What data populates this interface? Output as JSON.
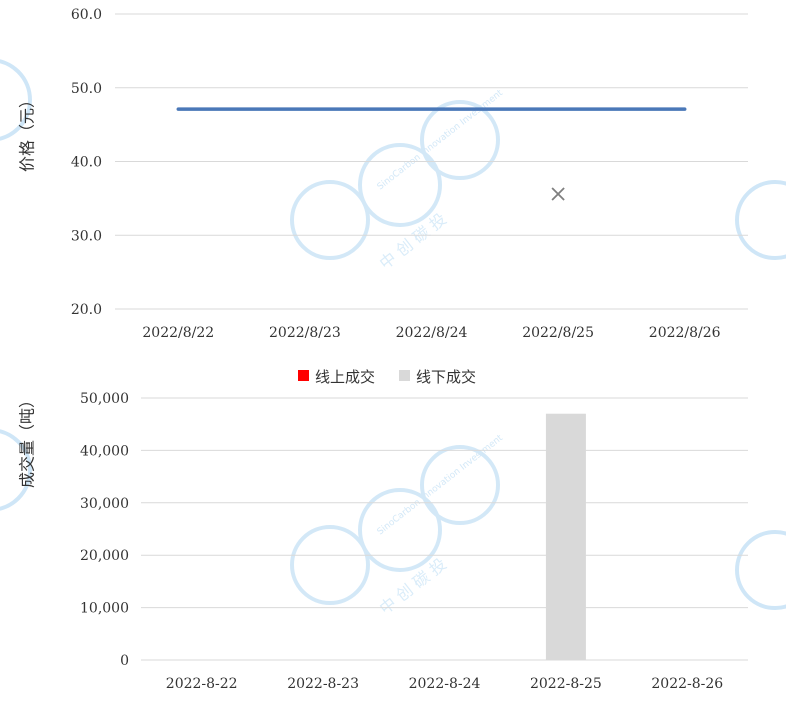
{
  "colors": {
    "price_line": "#4a78b8",
    "online_bar": "#ff0000",
    "offline_bar": "#d9d9d9",
    "marker": "#7f7f7f",
    "grid": "#d9d9d9",
    "watermark": "#cfe6f7"
  },
  "watermark": {
    "brand_en": "SinoCarbon Innovation Investment",
    "brand_cn": "中 创 碳 投"
  },
  "chart_data": [
    {
      "type": "line",
      "ylabel": "价格（元）",
      "categories": [
        "2022/8/22",
        "2022/8/23",
        "2022/8/24",
        "2022/8/25",
        "2022/8/26"
      ],
      "series": [
        {
          "values": [
            47.1,
            47.1,
            47.1,
            47.1,
            47.1
          ]
        },
        {
          "marker": "x",
          "values": [
            null,
            null,
            null,
            35.6,
            null
          ]
        }
      ],
      "ylim": [
        20,
        60
      ],
      "yticks": [
        "20.0",
        "30.0",
        "40.0",
        "50.0",
        "60.0"
      ],
      "grid": true
    },
    {
      "type": "bar",
      "ylabel": "成交量（吨）",
      "categories": [
        "2022-8-22",
        "2022-8-23",
        "2022-8-24",
        "2022-8-25",
        "2022-8-26"
      ],
      "series": [
        {
          "name": "线上成交",
          "values": [
            0,
            0,
            0,
            0,
            0
          ]
        },
        {
          "name": "线下成交",
          "values": [
            0,
            0,
            0,
            47000,
            0
          ]
        }
      ],
      "ylim": [
        0,
        50000
      ],
      "yticks": [
        "0",
        "10,000",
        "20,000",
        "30,000",
        "40,000",
        "50,000"
      ],
      "legend_position": "top",
      "grid": true
    }
  ]
}
